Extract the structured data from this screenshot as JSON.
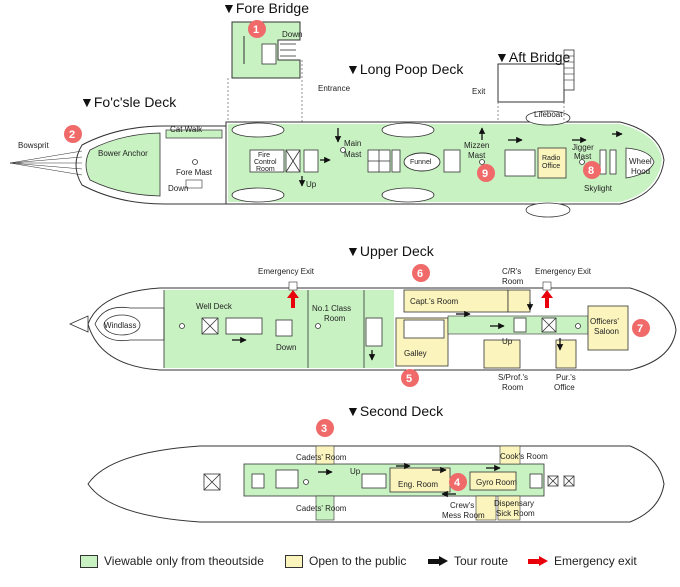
{
  "colors": {
    "viewable_outside": "#c9f2c3",
    "public": "#fbf4bd",
    "tour_route": "#111111",
    "emergency_exit": "#e8000b",
    "badge": "#f06a6a",
    "hull_line": "#333333"
  },
  "decks": {
    "fore_bridge": "▼Fore Bridge",
    "long_poop": "▼Long Poop Deck",
    "aft_bridge": "▼Aft Bridge",
    "focsle": "▼Fo'c'sle Deck",
    "upper": "▼Upper Deck",
    "second": "▼Second Deck"
  },
  "labels": {
    "down_fore_bridge": "Down",
    "entrance": "Entrance",
    "exit": "Exit",
    "lifeboat": "Lifeboat",
    "catwalk": "Cat Walk",
    "bowsprit": "Bowsprit",
    "bower_anchor": "Bower Anchor",
    "fore_mast_line1": "Fore Mast",
    "down_focsle": "Down",
    "fire_control_line1": "Fire",
    "fire_control_line2": "Control",
    "fire_control_line3": "Room",
    "main_mast_line1": "Main",
    "main_mast_line2": "Mast",
    "up_poop": "Up",
    "funnel": "Funnel",
    "mizzen_mast_line1": "Mizzen",
    "mizzen_mast_line2": "Mast",
    "radio_office_line1": "Radio",
    "radio_office_line2": "Office",
    "jigger_mast_line1": "Jigger",
    "jigger_mast_line2": "Mast",
    "skylight": "Skylight",
    "wheel_hood_line1": "Wheel",
    "wheel_hood_line2": "Hood",
    "emergency_exit_left": "Emergency Exit",
    "emergency_exit_right": "Emergency Exit",
    "cr_room_line1": "C/R's",
    "cr_room_line2": "Room",
    "windlass": "Windlass",
    "well_deck": "Well Deck",
    "down_upper": "Down",
    "no1_class_line1": "No.1 Class",
    "no1_class_line2": "Room",
    "capts_room": "Capt.'s Room",
    "galley": "Galley",
    "up_upper": "Up",
    "officers_saloon_line1": "Officers'",
    "officers_saloon_line2": "Saloon",
    "sprof_room_line1": "S/Prof.'s",
    "sprof_room_line2": "Room",
    "purs_office_line1": "Pur.'s",
    "purs_office_line2": "Office",
    "cadets_room_top": "Cadets' Room",
    "cadets_room_bottom": "Cadets' Room",
    "up_second": "Up",
    "eng_room": "Eng. Room",
    "gyro_room": "Gyro Room",
    "cooks_room": "Cook's Room",
    "crews_mess_line1": "Crew's",
    "crews_mess_line2": "Mess Room",
    "dispensary_line1": "Dispensary",
    "dispensary_line2": "Sick Room"
  },
  "badges": [
    "1",
    "2",
    "3",
    "4",
    "5",
    "6",
    "7",
    "8",
    "9"
  ],
  "legend": {
    "viewable": "Viewable only from theoutside",
    "public": "Open to the public",
    "tour": "Tour route",
    "emergency": "Emergency exit"
  }
}
